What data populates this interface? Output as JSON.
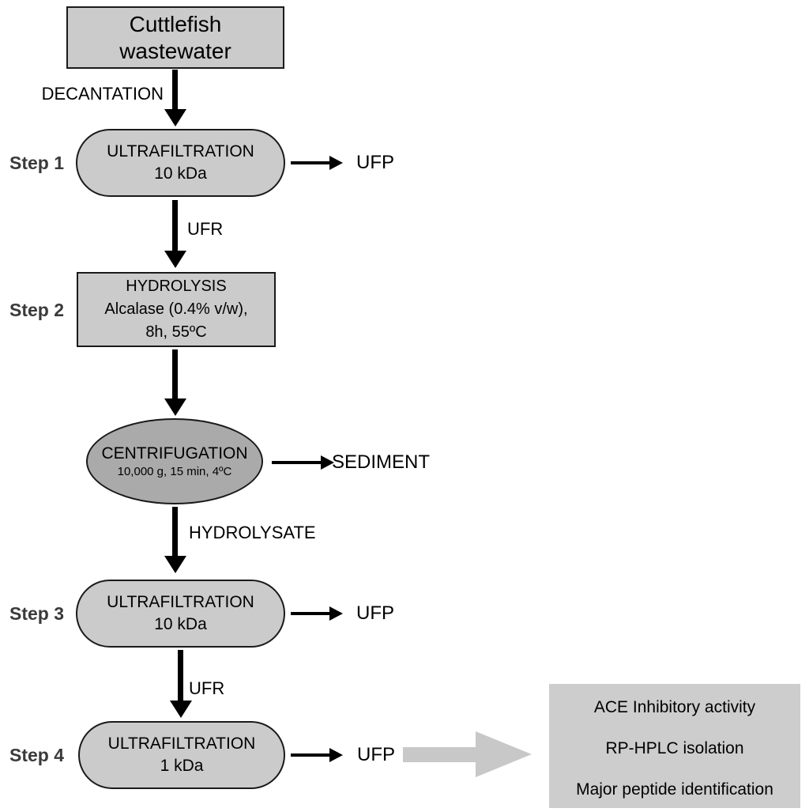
{
  "source_box": {
    "text": "Cuttlefish wastewater"
  },
  "edges": {
    "decantation_label": "DECANTATION",
    "ufr_label_1": "UFR",
    "hydrolysate_label": "HYDROLYSATE",
    "ufr_label_2": "UFR"
  },
  "steps": [
    {
      "label": "Step 1",
      "title": "ULTRAFILTRATION",
      "detail": "10 kDa",
      "output": "UFP"
    },
    {
      "label": "Step 2",
      "title": "HYDROLYSIS",
      "detail_lines": [
        "Alcalase (0.4% v/w),",
        "8h, 55ºC"
      ]
    },
    {
      "label": "Step 3",
      "title": "ULTRAFILTRATION",
      "detail": "10 kDa",
      "output": "UFP"
    },
    {
      "label": "Step 4",
      "title": "ULTRAFILTRATION",
      "detail": "1 kDa",
      "output": "UFP"
    }
  ],
  "centrifugation": {
    "title": "CENTRIFUGATION",
    "detail": "10,000 g, 15 min, 4ºC",
    "output": "SEDIMENT"
  },
  "results_box": {
    "lines": [
      "ACE Inhibitory activity",
      "RP-HPLC isolation",
      "Major peptide identification"
    ]
  },
  "colors": {
    "node_fill": "#cbcbcb",
    "centrifuge_fill": "#aaaaaa",
    "outline": "#1a1a1a",
    "step_label_text": "#3a3a3a",
    "big_arrow_fill": "#c8c8c8",
    "background": "#ffffff"
  }
}
